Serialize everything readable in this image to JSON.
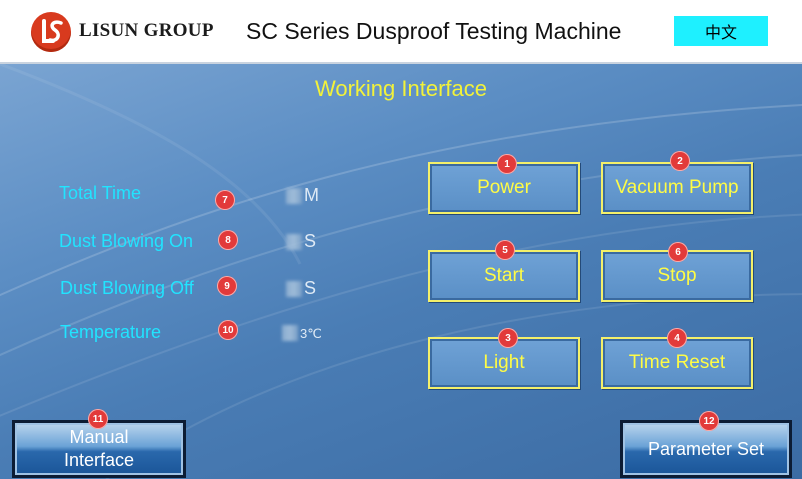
{
  "header": {
    "company": "LISUN GROUP",
    "title": "SC Series Dusproof Testing Machine",
    "language_button": "中文"
  },
  "main": {
    "page_title": "Working Interface",
    "fields": [
      {
        "label": "Total Time",
        "badge": "7",
        "unit": "M"
      },
      {
        "label": "Dust Blowing On",
        "badge": "8",
        "unit": "S"
      },
      {
        "label": "Dust Blowing Off",
        "badge": "9",
        "unit": "S"
      },
      {
        "label": "Temperature",
        "badge": "10",
        "unit": "3℃"
      }
    ],
    "controls": [
      {
        "label": "Power",
        "badge": "1"
      },
      {
        "label": "Vacuum Pump",
        "badge": "2"
      },
      {
        "label": "Start",
        "badge": "5"
      },
      {
        "label": "Stop",
        "badge": "6"
      },
      {
        "label": "Light",
        "badge": "3"
      },
      {
        "label": "Time Reset",
        "badge": "4"
      }
    ],
    "nav": {
      "manual_line1": "Manual",
      "manual_line2": "Interface",
      "manual_badge": "11",
      "parameter": "Parameter Set",
      "parameter_badge": "12"
    }
  },
  "colors": {
    "label_cyan": "#21e4ff",
    "title_yellow": "#f2f23a",
    "badge_red": "#e23a3a",
    "lang_cyan": "#1ef0ff",
    "logo_red": "#d83a1e"
  }
}
